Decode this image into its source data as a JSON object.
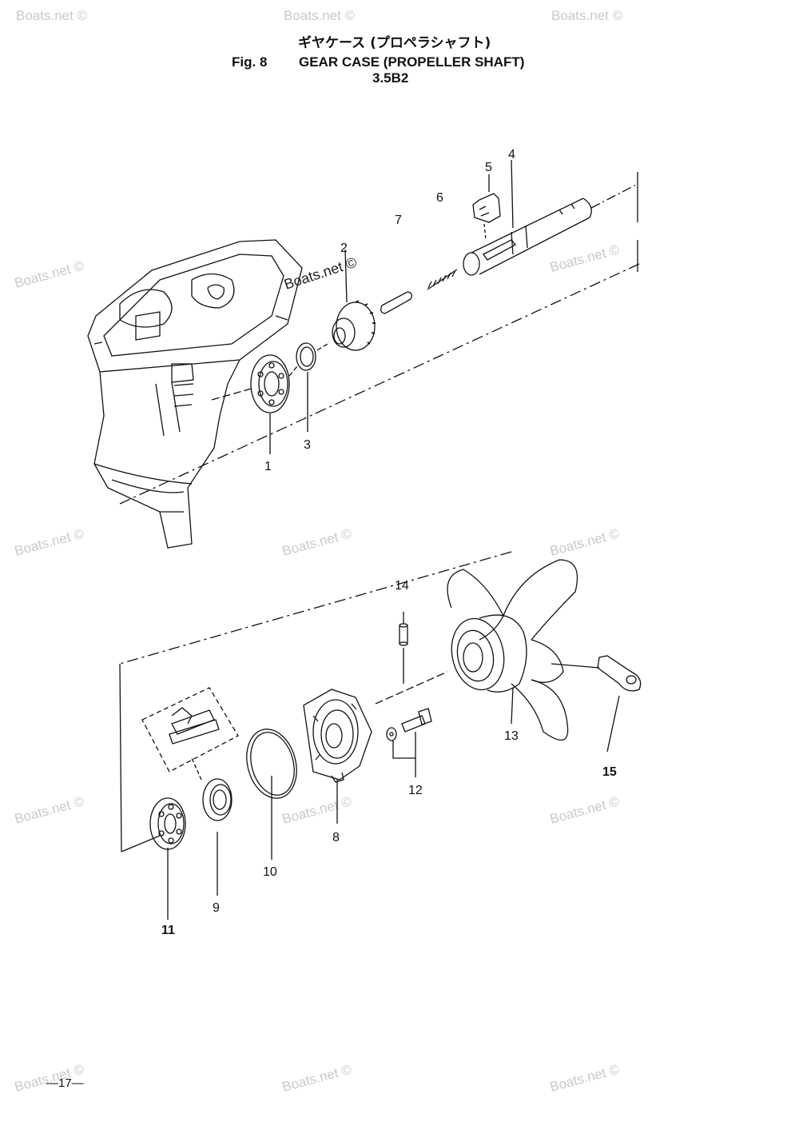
{
  "header": {
    "jp_title": "ギヤケース (プロペラシャフト)",
    "fig_label": "Fig. 8",
    "title": "GEAR CASE (PROPELLER SHAFT)",
    "model": "3.5B2"
  },
  "parts": {
    "p1": "1",
    "p2": "2",
    "p3": "3",
    "p4": "4",
    "p5": "5",
    "p6": "6",
    "p7": "7",
    "p8": "8",
    "p9": "9",
    "p10": "10",
    "p11": "11",
    "p12": "12",
    "p13": "13",
    "p14": "14",
    "p15": "15"
  },
  "watermark": "Boats.net ©",
  "page_number": "—17—",
  "colors": {
    "line": "#111111",
    "watermark": "#c9c9c9"
  }
}
